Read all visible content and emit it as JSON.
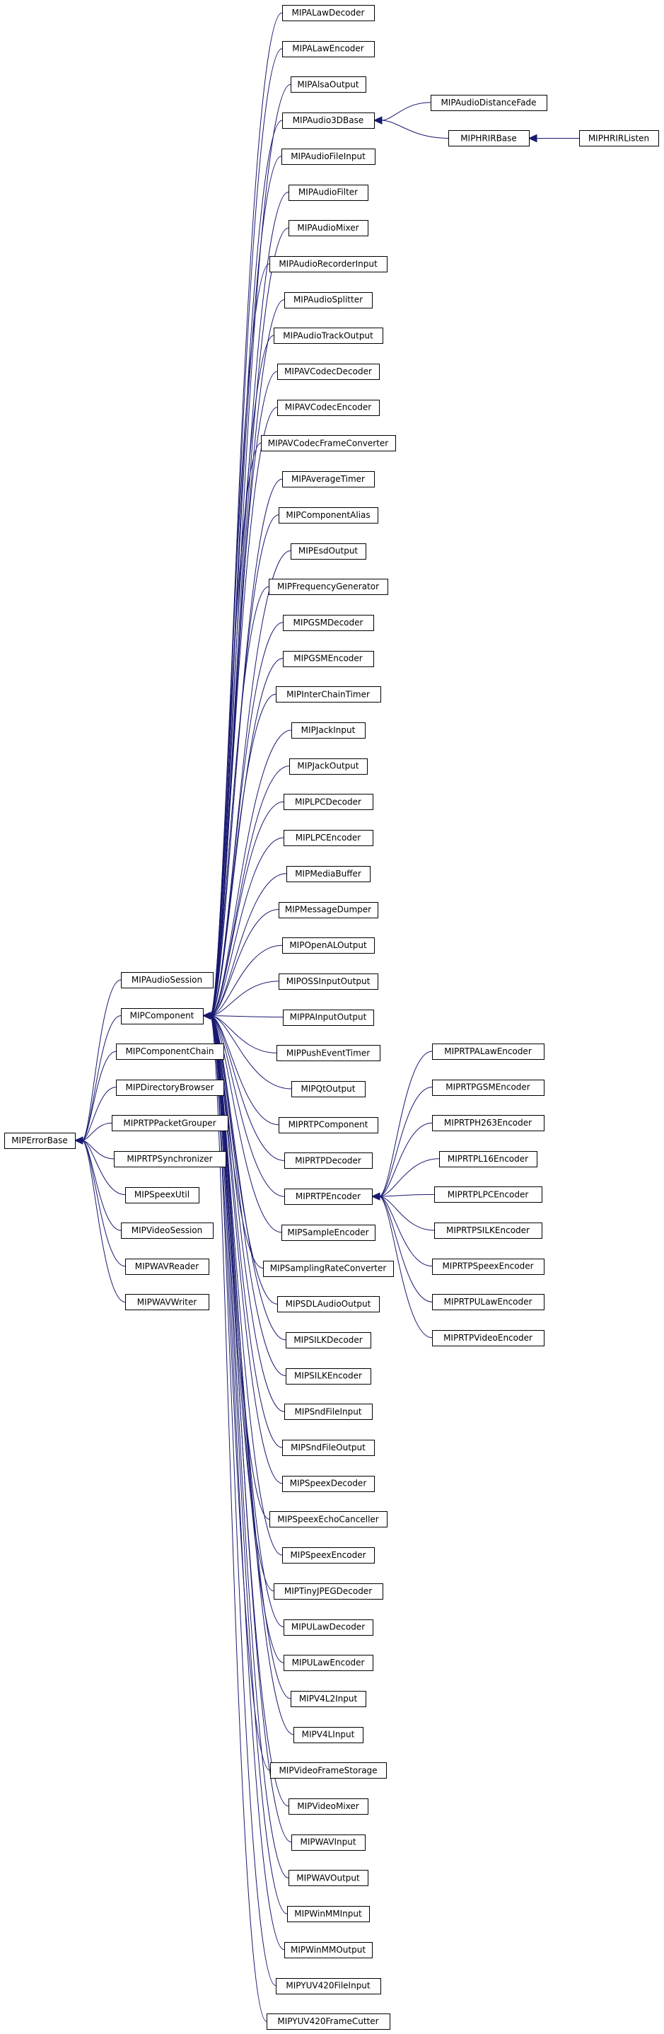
{
  "title": "",
  "colors": {
    "edge": "#191970",
    "node_border": "#000000",
    "node_fill": "#ffffff",
    "background": "#ffffff"
  },
  "nodes": [
    {
      "id": "n0",
      "label": "MIPErrorBase"
    },
    {
      "id": "a1",
      "label": "MIPAudioSession"
    },
    {
      "id": "a2",
      "label": "MIPComponent"
    },
    {
      "id": "a3",
      "label": "MIPComponentChain"
    },
    {
      "id": "a4",
      "label": "MIPDirectoryBrowser"
    },
    {
      "id": "a5",
      "label": "MIPRTPPacketGrouper"
    },
    {
      "id": "a6",
      "label": "MIPRTPSynchronizer"
    },
    {
      "id": "a7",
      "label": "MIPSpeexUtil"
    },
    {
      "id": "a8",
      "label": "MIPVideoSession"
    },
    {
      "id": "a9",
      "label": "MIPWAVReader"
    },
    {
      "id": "a10",
      "label": "MIPWAVWriter"
    },
    {
      "id": "c1",
      "label": "MIPALawDecoder"
    },
    {
      "id": "c2",
      "label": "MIPALawEncoder"
    },
    {
      "id": "c3",
      "label": "MIPAlsaOutput"
    },
    {
      "id": "c4",
      "label": "MIPAudio3DBase"
    },
    {
      "id": "c5",
      "label": "MIPAudioFileInput"
    },
    {
      "id": "c6",
      "label": "MIPAudioFilter"
    },
    {
      "id": "c7",
      "label": "MIPAudioMixer"
    },
    {
      "id": "c8",
      "label": "MIPAudioRecorderInput"
    },
    {
      "id": "c9",
      "label": "MIPAudioSplitter"
    },
    {
      "id": "c10",
      "label": "MIPAudioTrackOutput"
    },
    {
      "id": "c11",
      "label": "MIPAVCodecDecoder"
    },
    {
      "id": "c12",
      "label": "MIPAVCodecEncoder"
    },
    {
      "id": "c13",
      "label": "MIPAVCodecFrameConverter"
    },
    {
      "id": "c14",
      "label": "MIPAverageTimer"
    },
    {
      "id": "c15",
      "label": "MIPComponentAlias"
    },
    {
      "id": "c16",
      "label": "MIPEsdOutput"
    },
    {
      "id": "c17",
      "label": "MIPFrequencyGenerator"
    },
    {
      "id": "c18",
      "label": "MIPGSMDecoder"
    },
    {
      "id": "c19",
      "label": "MIPGSMEncoder"
    },
    {
      "id": "c20",
      "label": "MIPInterChainTimer"
    },
    {
      "id": "c21",
      "label": "MIPJackInput"
    },
    {
      "id": "c22",
      "label": "MIPJackOutput"
    },
    {
      "id": "c23",
      "label": "MIPLPCDecoder"
    },
    {
      "id": "c24",
      "label": "MIPLPCEncoder"
    },
    {
      "id": "c25",
      "label": "MIPMediaBuffer"
    },
    {
      "id": "c26",
      "label": "MIPMessageDumper"
    },
    {
      "id": "c27",
      "label": "MIPOpenALOutput"
    },
    {
      "id": "c28",
      "label": "MIPOSSInputOutput"
    },
    {
      "id": "c29",
      "label": "MIPPAInputOutput"
    },
    {
      "id": "c30",
      "label": "MIPPushEventTimer"
    },
    {
      "id": "c31",
      "label": "MIPQtOutput"
    },
    {
      "id": "c32",
      "label": "MIPRTPComponent"
    },
    {
      "id": "c33",
      "label": "MIPRTPDecoder"
    },
    {
      "id": "c34",
      "label": "MIPRTPEncoder"
    },
    {
      "id": "c35",
      "label": "MIPSampleEncoder"
    },
    {
      "id": "c36",
      "label": "MIPSamplingRateConverter"
    },
    {
      "id": "c37",
      "label": "MIPSDLAudioOutput"
    },
    {
      "id": "c38",
      "label": "MIPSILKDecoder"
    },
    {
      "id": "c39",
      "label": "MIPSILKEncoder"
    },
    {
      "id": "c40",
      "label": "MIPSndFileInput"
    },
    {
      "id": "c41",
      "label": "MIPSndFileOutput"
    },
    {
      "id": "c42",
      "label": "MIPSpeexDecoder"
    },
    {
      "id": "c43",
      "label": "MIPSpeexEchoCanceller"
    },
    {
      "id": "c44",
      "label": "MIPSpeexEncoder"
    },
    {
      "id": "c45",
      "label": "MIPTinyJPEGDecoder"
    },
    {
      "id": "c46",
      "label": "MIPULawDecoder"
    },
    {
      "id": "c47",
      "label": "MIPULawEncoder"
    },
    {
      "id": "c48",
      "label": "MIPV4L2Input"
    },
    {
      "id": "c49",
      "label": "MIPV4LInput"
    },
    {
      "id": "c50",
      "label": "MIPVideoFrameStorage"
    },
    {
      "id": "c51",
      "label": "MIPVideoMixer"
    },
    {
      "id": "c52",
      "label": "MIPWAVInput"
    },
    {
      "id": "c53",
      "label": "MIPWAVOutput"
    },
    {
      "id": "c54",
      "label": "MIPWinMMInput"
    },
    {
      "id": "c55",
      "label": "MIPWinMMOutput"
    },
    {
      "id": "c56",
      "label": "MIPYUV420FileInput"
    },
    {
      "id": "c57",
      "label": "MIPYUV420FrameCutter"
    },
    {
      "id": "d1",
      "label": "MIPAudioDistanceFade"
    },
    {
      "id": "d2",
      "label": "MIPHRIRBase"
    },
    {
      "id": "d3",
      "label": "MIPHRIRListen"
    },
    {
      "id": "e1",
      "label": "MIPRTPALawEncoder"
    },
    {
      "id": "e2",
      "label": "MIPRTPGSMEncoder"
    },
    {
      "id": "e3",
      "label": "MIPRTPH263Encoder"
    },
    {
      "id": "e4",
      "label": "MIPRTPL16Encoder"
    },
    {
      "id": "e5",
      "label": "MIPRTPLPCEncoder"
    },
    {
      "id": "e6",
      "label": "MIPRTPSILKEncoder"
    },
    {
      "id": "e7",
      "label": "MIPRTPSpeexEncoder"
    },
    {
      "id": "e8",
      "label": "MIPRTPULawEncoder"
    },
    {
      "id": "e9",
      "label": "MIPRTPVideoEncoder"
    }
  ],
  "edges": [
    [
      "a1",
      "n0"
    ],
    [
      "a2",
      "n0"
    ],
    [
      "a3",
      "n0"
    ],
    [
      "a4",
      "n0"
    ],
    [
      "a5",
      "n0"
    ],
    [
      "a6",
      "n0"
    ],
    [
      "a7",
      "n0"
    ],
    [
      "a8",
      "n0"
    ],
    [
      "a9",
      "n0"
    ],
    [
      "a10",
      "n0"
    ],
    [
      "c1",
      "a2"
    ],
    [
      "c2",
      "a2"
    ],
    [
      "c3",
      "a2"
    ],
    [
      "c4",
      "a2"
    ],
    [
      "c5",
      "a2"
    ],
    [
      "c6",
      "a2"
    ],
    [
      "c7",
      "a2"
    ],
    [
      "c8",
      "a2"
    ],
    [
      "c9",
      "a2"
    ],
    [
      "c10",
      "a2"
    ],
    [
      "c11",
      "a2"
    ],
    [
      "c12",
      "a2"
    ],
    [
      "c13",
      "a2"
    ],
    [
      "c14",
      "a2"
    ],
    [
      "c15",
      "a2"
    ],
    [
      "c16",
      "a2"
    ],
    [
      "c17",
      "a2"
    ],
    [
      "c18",
      "a2"
    ],
    [
      "c19",
      "a2"
    ],
    [
      "c20",
      "a2"
    ],
    [
      "c21",
      "a2"
    ],
    [
      "c22",
      "a2"
    ],
    [
      "c23",
      "a2"
    ],
    [
      "c24",
      "a2"
    ],
    [
      "c25",
      "a2"
    ],
    [
      "c26",
      "a2"
    ],
    [
      "c27",
      "a2"
    ],
    [
      "c28",
      "a2"
    ],
    [
      "c29",
      "a2"
    ],
    [
      "c30",
      "a2"
    ],
    [
      "c31",
      "a2"
    ],
    [
      "c32",
      "a2"
    ],
    [
      "c33",
      "a2"
    ],
    [
      "c34",
      "a2"
    ],
    [
      "c35",
      "a2"
    ],
    [
      "c36",
      "a2"
    ],
    [
      "c37",
      "a2"
    ],
    [
      "c38",
      "a2"
    ],
    [
      "c39",
      "a2"
    ],
    [
      "c40",
      "a2"
    ],
    [
      "c41",
      "a2"
    ],
    [
      "c42",
      "a2"
    ],
    [
      "c43",
      "a2"
    ],
    [
      "c44",
      "a2"
    ],
    [
      "c45",
      "a2"
    ],
    [
      "c46",
      "a2"
    ],
    [
      "c47",
      "a2"
    ],
    [
      "c48",
      "a2"
    ],
    [
      "c49",
      "a2"
    ],
    [
      "c50",
      "a2"
    ],
    [
      "c51",
      "a2"
    ],
    [
      "c52",
      "a2"
    ],
    [
      "c53",
      "a2"
    ],
    [
      "c54",
      "a2"
    ],
    [
      "c55",
      "a2"
    ],
    [
      "c56",
      "a2"
    ],
    [
      "c57",
      "a2"
    ],
    [
      "d1",
      "c4"
    ],
    [
      "d2",
      "c4"
    ],
    [
      "d3",
      "d2"
    ],
    [
      "e1",
      "c34"
    ],
    [
      "e2",
      "c34"
    ],
    [
      "e3",
      "c34"
    ],
    [
      "e4",
      "c34"
    ],
    [
      "e5",
      "c34"
    ],
    [
      "e6",
      "c34"
    ],
    [
      "e7",
      "c34"
    ],
    [
      "e8",
      "c34"
    ],
    [
      "e9",
      "c34"
    ]
  ]
}
